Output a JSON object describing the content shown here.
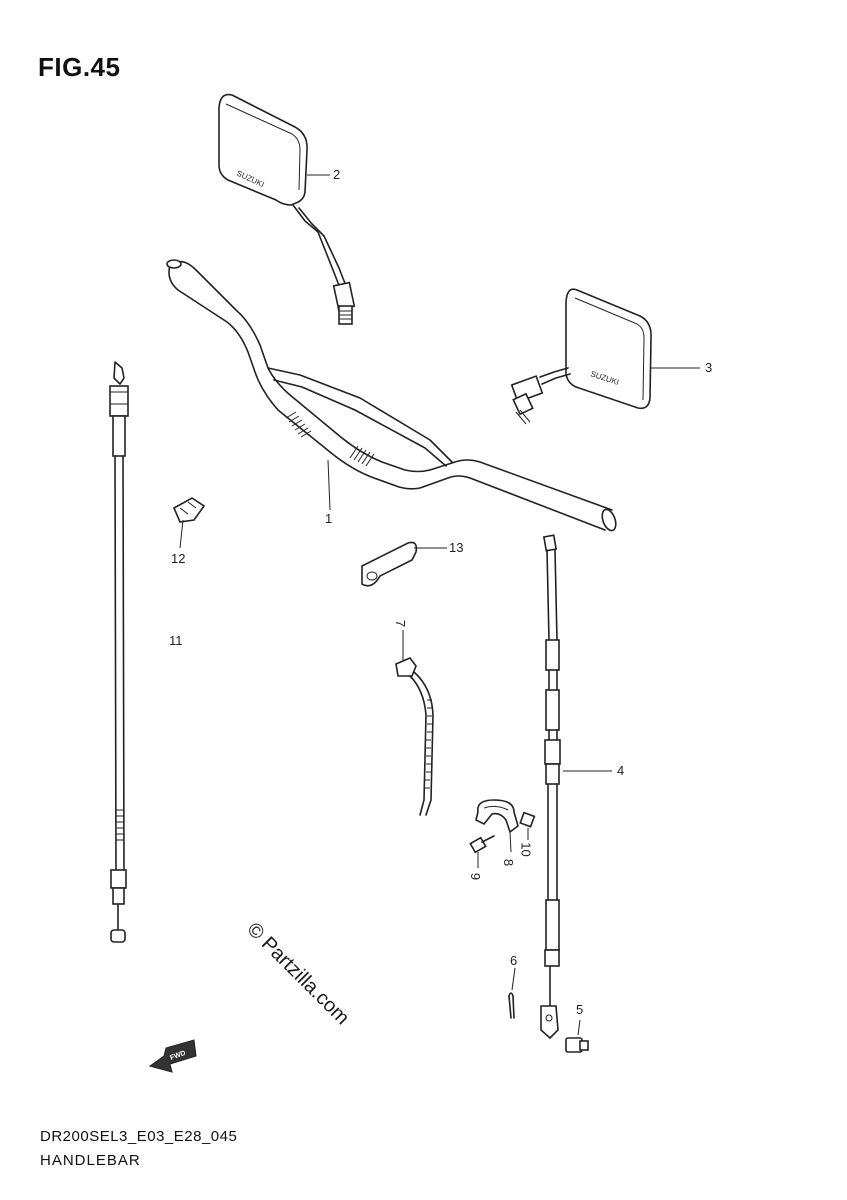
{
  "figure": {
    "title": "FIG.45"
  },
  "callouts": [
    {
      "id": "1",
      "text": "1"
    },
    {
      "id": "2",
      "text": "2"
    },
    {
      "id": "3",
      "text": "3"
    },
    {
      "id": "4",
      "text": "4"
    },
    {
      "id": "5",
      "text": "5"
    },
    {
      "id": "6",
      "text": "6"
    },
    {
      "id": "7",
      "text": "7"
    },
    {
      "id": "8",
      "text": "8"
    },
    {
      "id": "9",
      "text": "9"
    },
    {
      "id": "10",
      "text": "10"
    },
    {
      "id": "11",
      "text": "11"
    },
    {
      "id": "12",
      "text": "12"
    },
    {
      "id": "13",
      "text": "13"
    }
  ],
  "watermark": {
    "text": "© Partzilla.com"
  },
  "mirror_brand": "SUZUKI",
  "fwd_label": "FWD",
  "footer": {
    "code": "DR200SEL3_E03_E28_045",
    "caption": "HANDLEBAR"
  }
}
